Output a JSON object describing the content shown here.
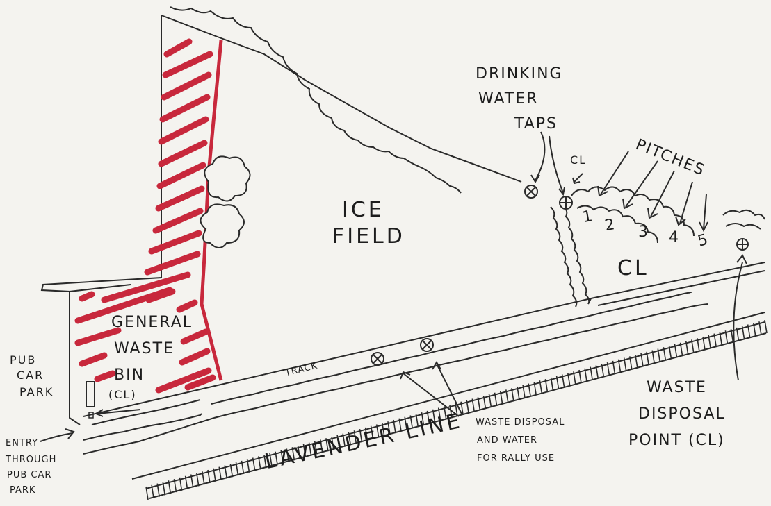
{
  "labels": {
    "ice_field_1": "ICE",
    "ice_field_2": "FIELD",
    "drinking_1": "DRINKING",
    "drinking_2": "WATER",
    "drinking_3": "TAPS",
    "cl_top": "CL",
    "pitches": "PITCHES",
    "cl_right": "CL",
    "general_1": "GENERAL",
    "general_2": "WASTE",
    "general_3": "BIN",
    "general_4": "(CL)",
    "pub_1": "PUB",
    "pub_2": "CAR",
    "pub_3": "PARK",
    "track": "TRACK",
    "entry_1": "ENTRY",
    "entry_2": "THROUGH",
    "entry_3": "PUB CAR",
    "entry_4": "PARK",
    "rally_1": "WASTE DISPOSAL",
    "rally_2": "AND WATER",
    "rally_3": "FOR RALLY USE",
    "lavender": "LAVENDER LINE",
    "waste_point_1": "WASTE",
    "waste_point_2": "DISPOSAL",
    "waste_point_3": "POINT (CL)"
  },
  "pitch_numbers": [
    "1",
    "2",
    "3",
    "4",
    "5"
  ],
  "colors": {
    "ink": "#2a2a2a",
    "hatch": "#c8283c",
    "paper": "#f4f3ef"
  }
}
